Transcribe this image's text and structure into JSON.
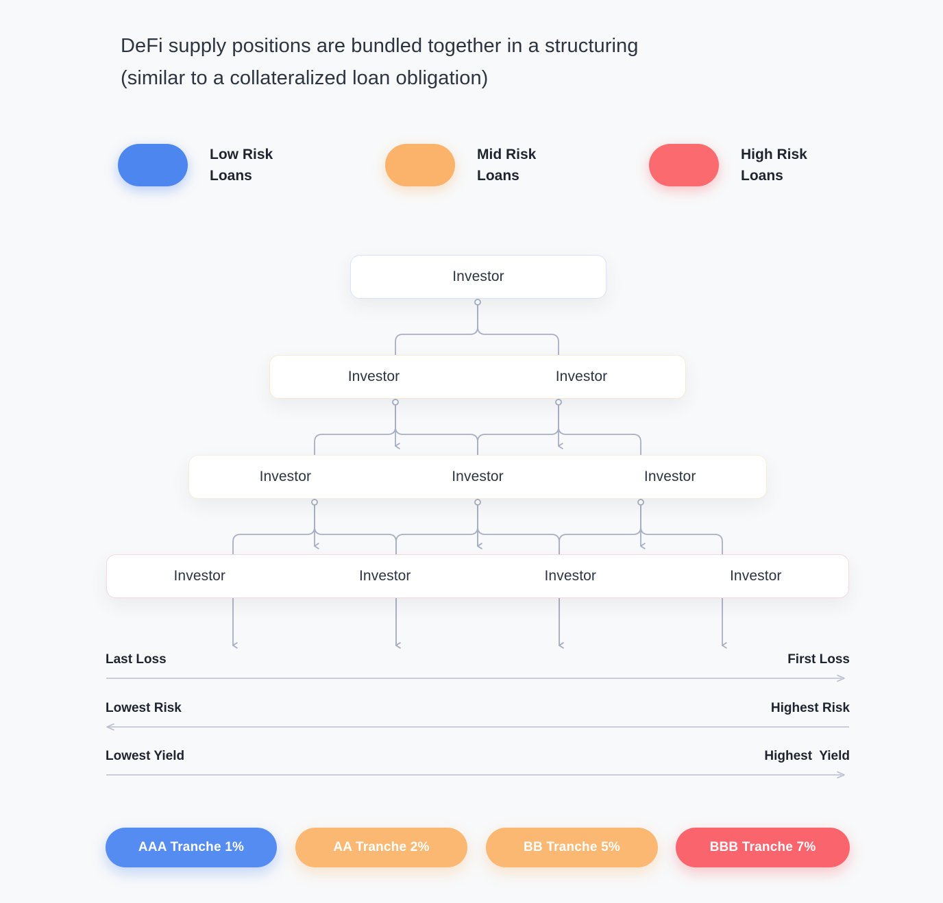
{
  "background": "#f8f9fa",
  "title": "DeFi supply positions are bundled together in a structuring\n(similar to a collateralized loan obligation)",
  "legend": {
    "items": [
      {
        "label": "Low Risk\nLoans",
        "color": "#4e86f0",
        "swatch": "blue-pill"
      },
      {
        "label": "Mid Risk\nLoans",
        "color": "#fbb26a",
        "swatch": "orange-pill"
      },
      {
        "label": "High Risk\nLoans",
        "color": "#fa6a6f",
        "swatch": "red-pill"
      }
    ]
  },
  "tree": {
    "node_label": "Investor",
    "connector_color": "#a8aec4",
    "rows": [
      {
        "border_color": "#d7e3f6",
        "nodes": [
          "Investor"
        ]
      },
      {
        "border_color": "#fbe8d2",
        "nodes": [
          "Investor",
          "Investor"
        ]
      },
      {
        "border_color": "#fbedda",
        "nodes": [
          "Investor",
          "Investor",
          "Investor"
        ]
      },
      {
        "border_color": "#f9d7da",
        "nodes": [
          "Investor",
          "Investor",
          "Investor",
          "Investor"
        ]
      }
    ]
  },
  "axes": [
    {
      "left": "Last Loss",
      "right": "First Loss",
      "direction": "right"
    },
    {
      "left": "Lowest Risk",
      "right": "Highest Risk",
      "direction": "left"
    },
    {
      "left": "Lowest Yield",
      "right": "Highest  Yield",
      "direction": "right"
    }
  ],
  "tranches": [
    {
      "label": "AAA Tranche 1%",
      "color": "#558cf2"
    },
    {
      "label": "AA Tranche 2%",
      "color": "#fbb873"
    },
    {
      "label": "BB Tranche 5%",
      "color": "#fbb873"
    },
    {
      "label": "BBB Tranche 7%",
      "color": "#f9646d"
    }
  ]
}
